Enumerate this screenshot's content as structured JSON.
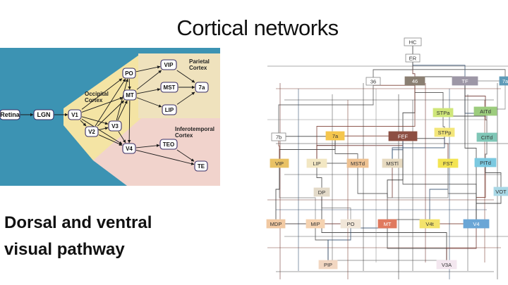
{
  "title": "Cortical networks",
  "subtitle": [
    "Dorsal and ventral",
    "visual pathway"
  ],
  "left_diagram": {
    "colors": {
      "background": "#3c93b3",
      "occipital": "#f4e4a4",
      "parietal": "#efe2bd",
      "inferotemporal": "#f1d3cc",
      "node_fill": "#ffffff",
      "node_border": "#3a2f66"
    },
    "regions": {
      "occipital": "Occipital Cortex",
      "parietal": "Parietal Cortex",
      "inferotemporal": "Inferotemporal Cortex"
    },
    "nodes": [
      {
        "id": "retina",
        "label": "Retina"
      },
      {
        "id": "lgn",
        "label": "LGN"
      },
      {
        "id": "v1",
        "label": "V1"
      },
      {
        "id": "v2",
        "label": "V2"
      },
      {
        "id": "v3",
        "label": "V3"
      },
      {
        "id": "v4",
        "label": "V4"
      },
      {
        "id": "po",
        "label": "PO"
      },
      {
        "id": "mt",
        "label": "MT"
      },
      {
        "id": "vip",
        "label": "VIP"
      },
      {
        "id": "mst",
        "label": "MST"
      },
      {
        "id": "lip",
        "label": "LIP"
      },
      {
        "id": "7a",
        "label": "7a"
      },
      {
        "id": "teo",
        "label": "TEO"
      },
      {
        "id": "te",
        "label": "TE"
      }
    ],
    "edges": [
      [
        "retina",
        "lgn"
      ],
      [
        "lgn",
        "v1"
      ],
      [
        "v1",
        "v2"
      ],
      [
        "v1",
        "v3"
      ],
      [
        "v1",
        "po"
      ],
      [
        "v1",
        "mt"
      ],
      [
        "v1",
        "v4"
      ],
      [
        "v2",
        "v3"
      ],
      [
        "v2",
        "mt"
      ],
      [
        "v2",
        "po"
      ],
      [
        "v2",
        "v4"
      ],
      [
        "v3",
        "mt"
      ],
      [
        "v3",
        "v4"
      ],
      [
        "v3",
        "po"
      ],
      [
        "po",
        "vip"
      ],
      [
        "po",
        "mt"
      ],
      [
        "mt",
        "vip"
      ],
      [
        "mt",
        "mst"
      ],
      [
        "mt",
        "lip"
      ],
      [
        "mt",
        "v4"
      ],
      [
        "vip",
        "7a"
      ],
      [
        "mst",
        "7a"
      ],
      [
        "lip",
        "7a"
      ],
      [
        "v4",
        "teo"
      ],
      [
        "v4",
        "te"
      ],
      [
        "teo",
        "te"
      ]
    ]
  },
  "right_diagram": {
    "boxes": [
      {
        "id": "hc",
        "label": "HC",
        "color": "#ffffff"
      },
      {
        "id": "er",
        "label": "ER",
        "color": "#ffffff"
      },
      {
        "id": "36",
        "label": "36",
        "color": "#ffffff"
      },
      {
        "id": "46",
        "label": "46",
        "color": "#8a7f72"
      },
      {
        "id": "tf",
        "label": "TF",
        "color": "#9d97a6"
      },
      {
        "id": "7a",
        "label": "7a",
        "color": "#5f9bb8"
      },
      {
        "id": "stpa",
        "label": "STPa",
        "color": "#cfe67a"
      },
      {
        "id": "aitd",
        "label": "AITd",
        "color": "#9ccc7d"
      },
      {
        "id": "7b",
        "label": "7b",
        "color": "#ffffff"
      },
      {
        "id": "fef",
        "label": "FEF",
        "color": "#8d4f43"
      },
      {
        "id": "7a2",
        "label": "7a",
        "color": "#f5c64d"
      },
      {
        "id": "stpp",
        "label": "STPp",
        "color": "#f3e67a"
      },
      {
        "id": "citd",
        "label": "CITd",
        "color": "#7fc6b6"
      },
      {
        "id": "vip",
        "label": "VIP",
        "color": "#e9c265"
      },
      {
        "id": "lip",
        "label": "LIP",
        "color": "#f2e7c3"
      },
      {
        "id": "mstd",
        "label": "MSTd",
        "color": "#eec292"
      },
      {
        "id": "msti",
        "label": "MSTl",
        "color": "#e7dac0"
      },
      {
        "id": "fst",
        "label": "FST",
        "color": "#f3e452"
      },
      {
        "id": "pitd",
        "label": "PITd",
        "color": "#7bc9e0"
      },
      {
        "id": "dp",
        "label": "DP",
        "color": "#e3dac9"
      },
      {
        "id": "vot",
        "label": "VOT",
        "color": "#a9d8e6"
      },
      {
        "id": "mdp",
        "label": "MDP",
        "color": "#f1c9a2"
      },
      {
        "id": "mip",
        "label": "MIP",
        "color": "#f5d3b1"
      },
      {
        "id": "po",
        "label": "PO",
        "color": "#f1e6d8"
      },
      {
        "id": "mt",
        "label": "MT",
        "color": "#e07a5f"
      },
      {
        "id": "v4t",
        "label": "V4t",
        "color": "#f3e36b"
      },
      {
        "id": "v4",
        "label": "V4",
        "color": "#6aa6d6"
      },
      {
        "id": "pip",
        "label": "PIP",
        "color": "#f2d7c2"
      },
      {
        "id": "v3a",
        "label": "V3A",
        "color": "#f3e7ef"
      }
    ]
  }
}
